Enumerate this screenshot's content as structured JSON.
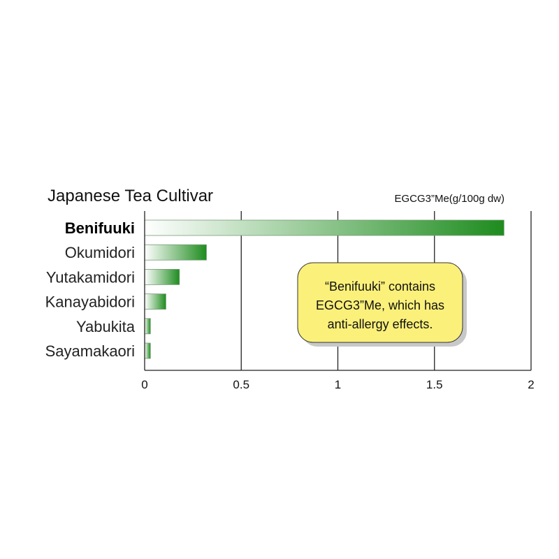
{
  "chart_data": {
    "type": "bar",
    "orientation": "horizontal",
    "title": "Japanese Tea Cultivar",
    "unit_label": "EGCG3”Me(g/100g dw)",
    "categories": [
      "Benifuuki",
      "Okumidori",
      "Yutakamidori",
      "Kanayabidori",
      "Yabukita",
      "Sayamakaori"
    ],
    "highlighted_category": "Benifuuki",
    "values": [
      1.86,
      0.32,
      0.18,
      0.11,
      0.03,
      0.03
    ],
    "xlim": [
      0,
      2
    ],
    "xticks": [
      "0",
      "0.5",
      "1",
      "1.5",
      "2"
    ],
    "xtick_values": [
      0,
      0.5,
      1,
      1.5,
      2
    ],
    "grid": "vertical",
    "bar_gradient": [
      "#ffffff",
      "#1e8c1e"
    ],
    "annotation": {
      "lines": [
        "“Benifuuki” contains",
        "EGCG3”Me, which has",
        "anti-allergy effects."
      ],
      "fill": "#fbf07a",
      "shadow": "#c8c8c8"
    }
  }
}
